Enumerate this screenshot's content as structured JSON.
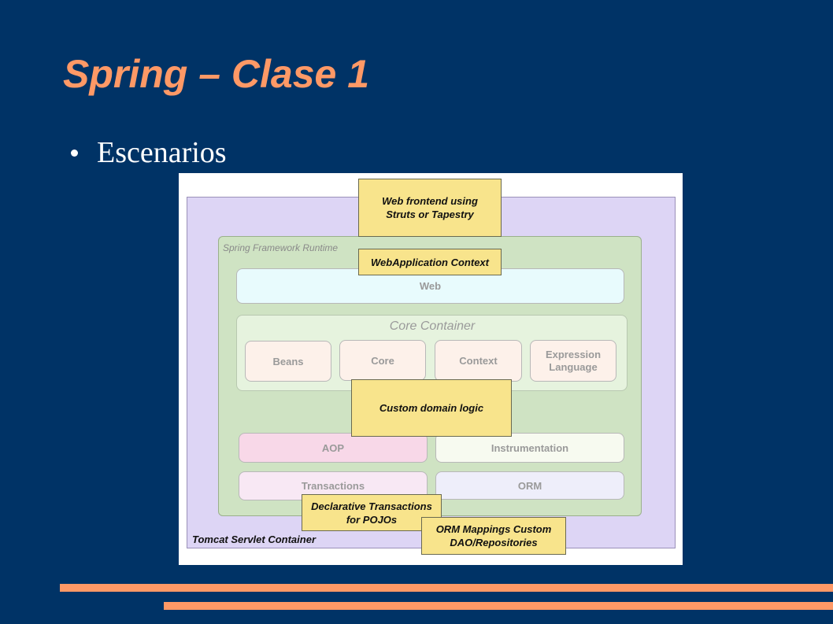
{
  "slide": {
    "title": "Spring – Clase 1",
    "bullet": "Escenarios"
  },
  "diagram": {
    "tomcat_label": "Tomcat Servlet Container",
    "runtime_label": "Spring Framework Runtime",
    "core_container_label": "Core Container",
    "modules": {
      "web": "Web",
      "beans": "Beans",
      "core": "Core",
      "context": "Context",
      "expression_language": "Expression Language",
      "aop": "AOP",
      "instrumentation": "Instrumentation",
      "transactions": "Transactions",
      "orm": "ORM"
    },
    "callouts": {
      "web_frontend": "Web frontend  using Struts or Tapestry",
      "webapp_context": "WebApplication Context",
      "custom_domain": "Custom domain logic",
      "declarative_tx": "Declarative Transactions for POJOs",
      "orm_mappings": "ORM Mappings Custom DAO/Repositories"
    }
  },
  "colors": {
    "background": "#003366",
    "title": "#ff9966",
    "accent_bar": "#ff9966",
    "callout": "#f8e48c",
    "tomcat": "#ddd5f5",
    "runtime": "#cfe3c3"
  }
}
